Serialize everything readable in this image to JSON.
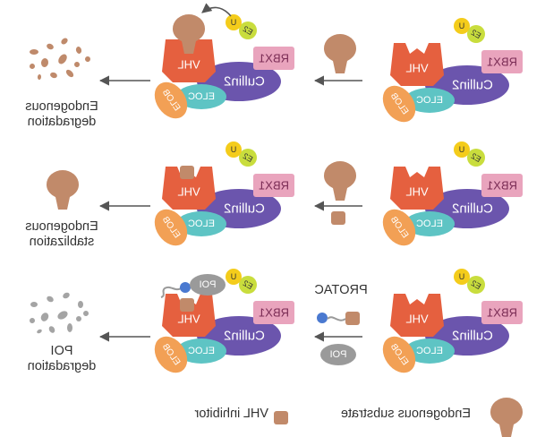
{
  "labels": {
    "vhl": "VHL",
    "elob": "ELOB",
    "eloc": "ELOC",
    "cullin2": "Cullin2",
    "rbx1": "RBX1",
    "e2": "E2",
    "ub": "U",
    "poi": "POI",
    "protac": "PROTAC"
  },
  "outcomes": {
    "row1": [
      "Endogenous",
      "degradation"
    ],
    "row2": [
      "Endogenous",
      "stablization"
    ],
    "row3": [
      "POI",
      "degradation"
    ]
  },
  "legend": {
    "endogenous_substrate": "Endogenous substrate",
    "vhl_inhibitor": "VHL inhibitor"
  },
  "colors": {
    "vhl": "#e5603f",
    "elob": "#f2a055",
    "eloc": "#5ec4c4",
    "cullin2": "#6b55ad",
    "rbx1": "#e9a4bd",
    "e2": "#c9dd3d",
    "ub": "#f4cc1b",
    "substrate": "#c18a6a",
    "fragment_brown": "#bf8a6b",
    "fragment_gray": "#a4a4a4",
    "poi": "#9a9a9a",
    "linker_ball": "#4a79d0",
    "arrow": "#555555"
  }
}
